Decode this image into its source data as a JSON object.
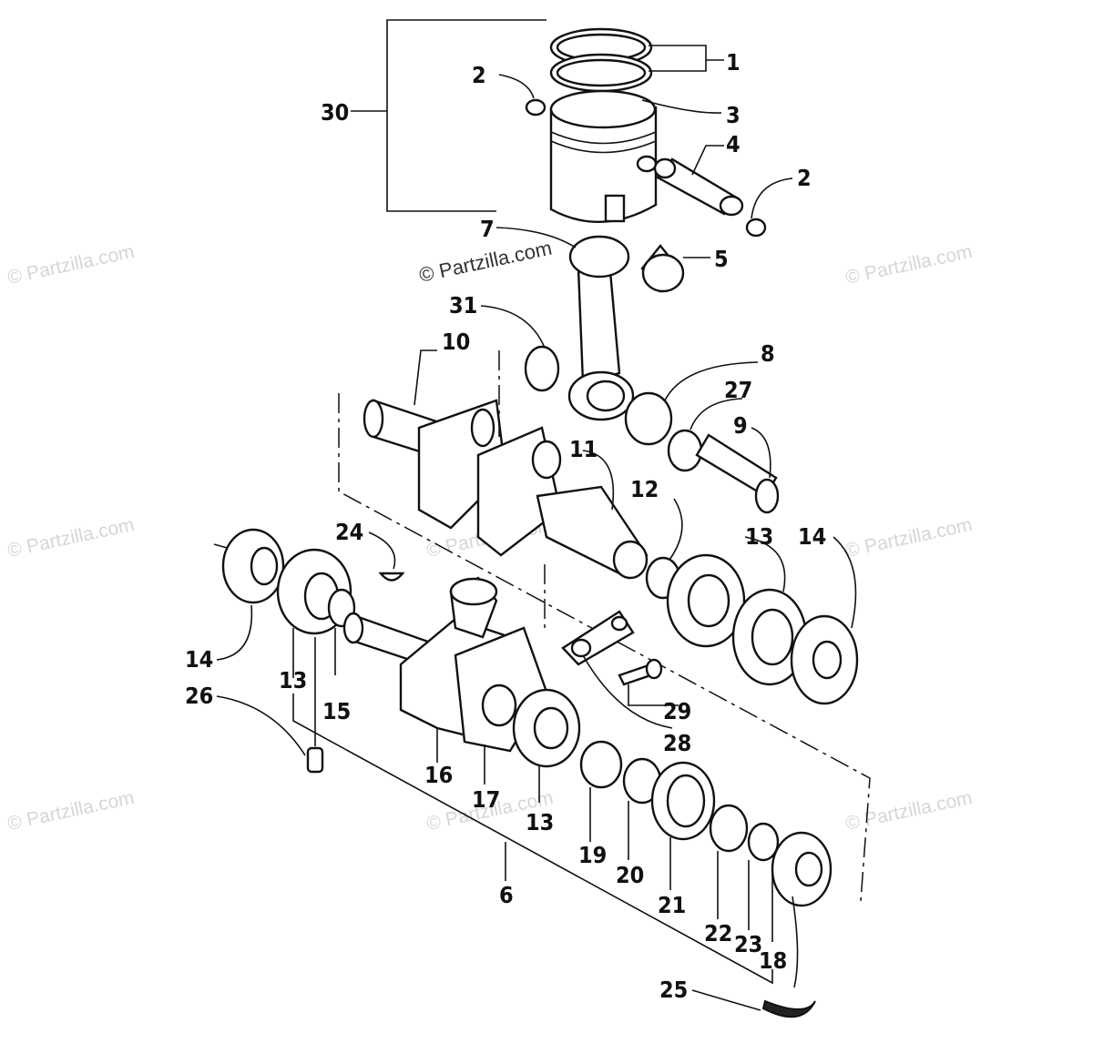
{
  "watermark": "© Partzilla.com",
  "callouts": [
    "1",
    "2",
    "3",
    "4",
    "2",
    "5",
    "7",
    "30",
    "31",
    "10",
    "8",
    "27",
    "9",
    "11",
    "12",
    "13",
    "14",
    "24",
    "14",
    "13",
    "15",
    "26",
    "29",
    "28",
    "16",
    "17",
    "13",
    "19",
    "20",
    "21",
    "22",
    "23",
    "18",
    "6",
    "25"
  ]
}
